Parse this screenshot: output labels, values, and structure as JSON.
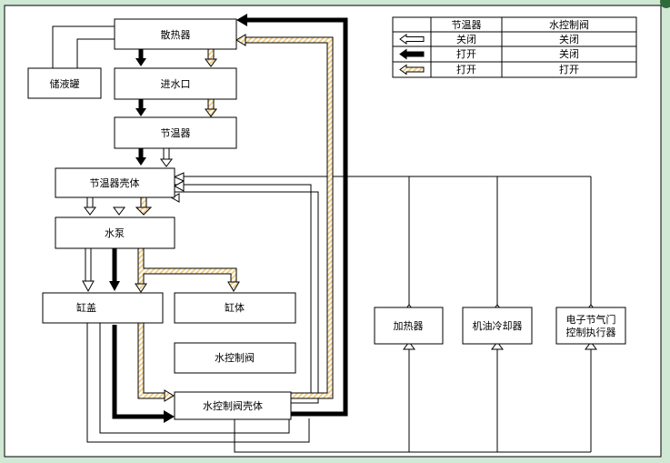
{
  "diagram": {
    "nodes": {
      "radiator": "散热器",
      "reservoir": "储液罐",
      "inlet": "进水口",
      "thermostat": "节温器",
      "thermostat_housing": "节温器壳体",
      "water_pump": "水泵",
      "cylinder_head": "缸盖",
      "cylinder_block": "缸体",
      "water_control_valve": "水控制阀",
      "water_control_valve_housing": "水控制阀壳体",
      "heater": "加热器",
      "oil_cooler": "机油冷却器",
      "throttle_actuator_line1": "电子节气门",
      "throttle_actuator_line2": "控制执行器"
    },
    "legend": {
      "col_thermostat": "节温器",
      "col_water_valve": "水控制阀",
      "rows": [
        {
          "symbol": "white-arrow-icon",
          "thermostat": "关闭",
          "water_valve": "关闭"
        },
        {
          "symbol": "black-arrow-icon",
          "thermostat": "打开",
          "water_valve": "关闭"
        },
        {
          "symbol": "hatched-arrow-icon",
          "thermostat": "打开",
          "water_valve": "打开"
        }
      ]
    },
    "colors": {
      "background": "#cfe9d4",
      "panel": "#ffffff",
      "line": "#000000",
      "hatch_fill": "#f2cf86"
    }
  }
}
